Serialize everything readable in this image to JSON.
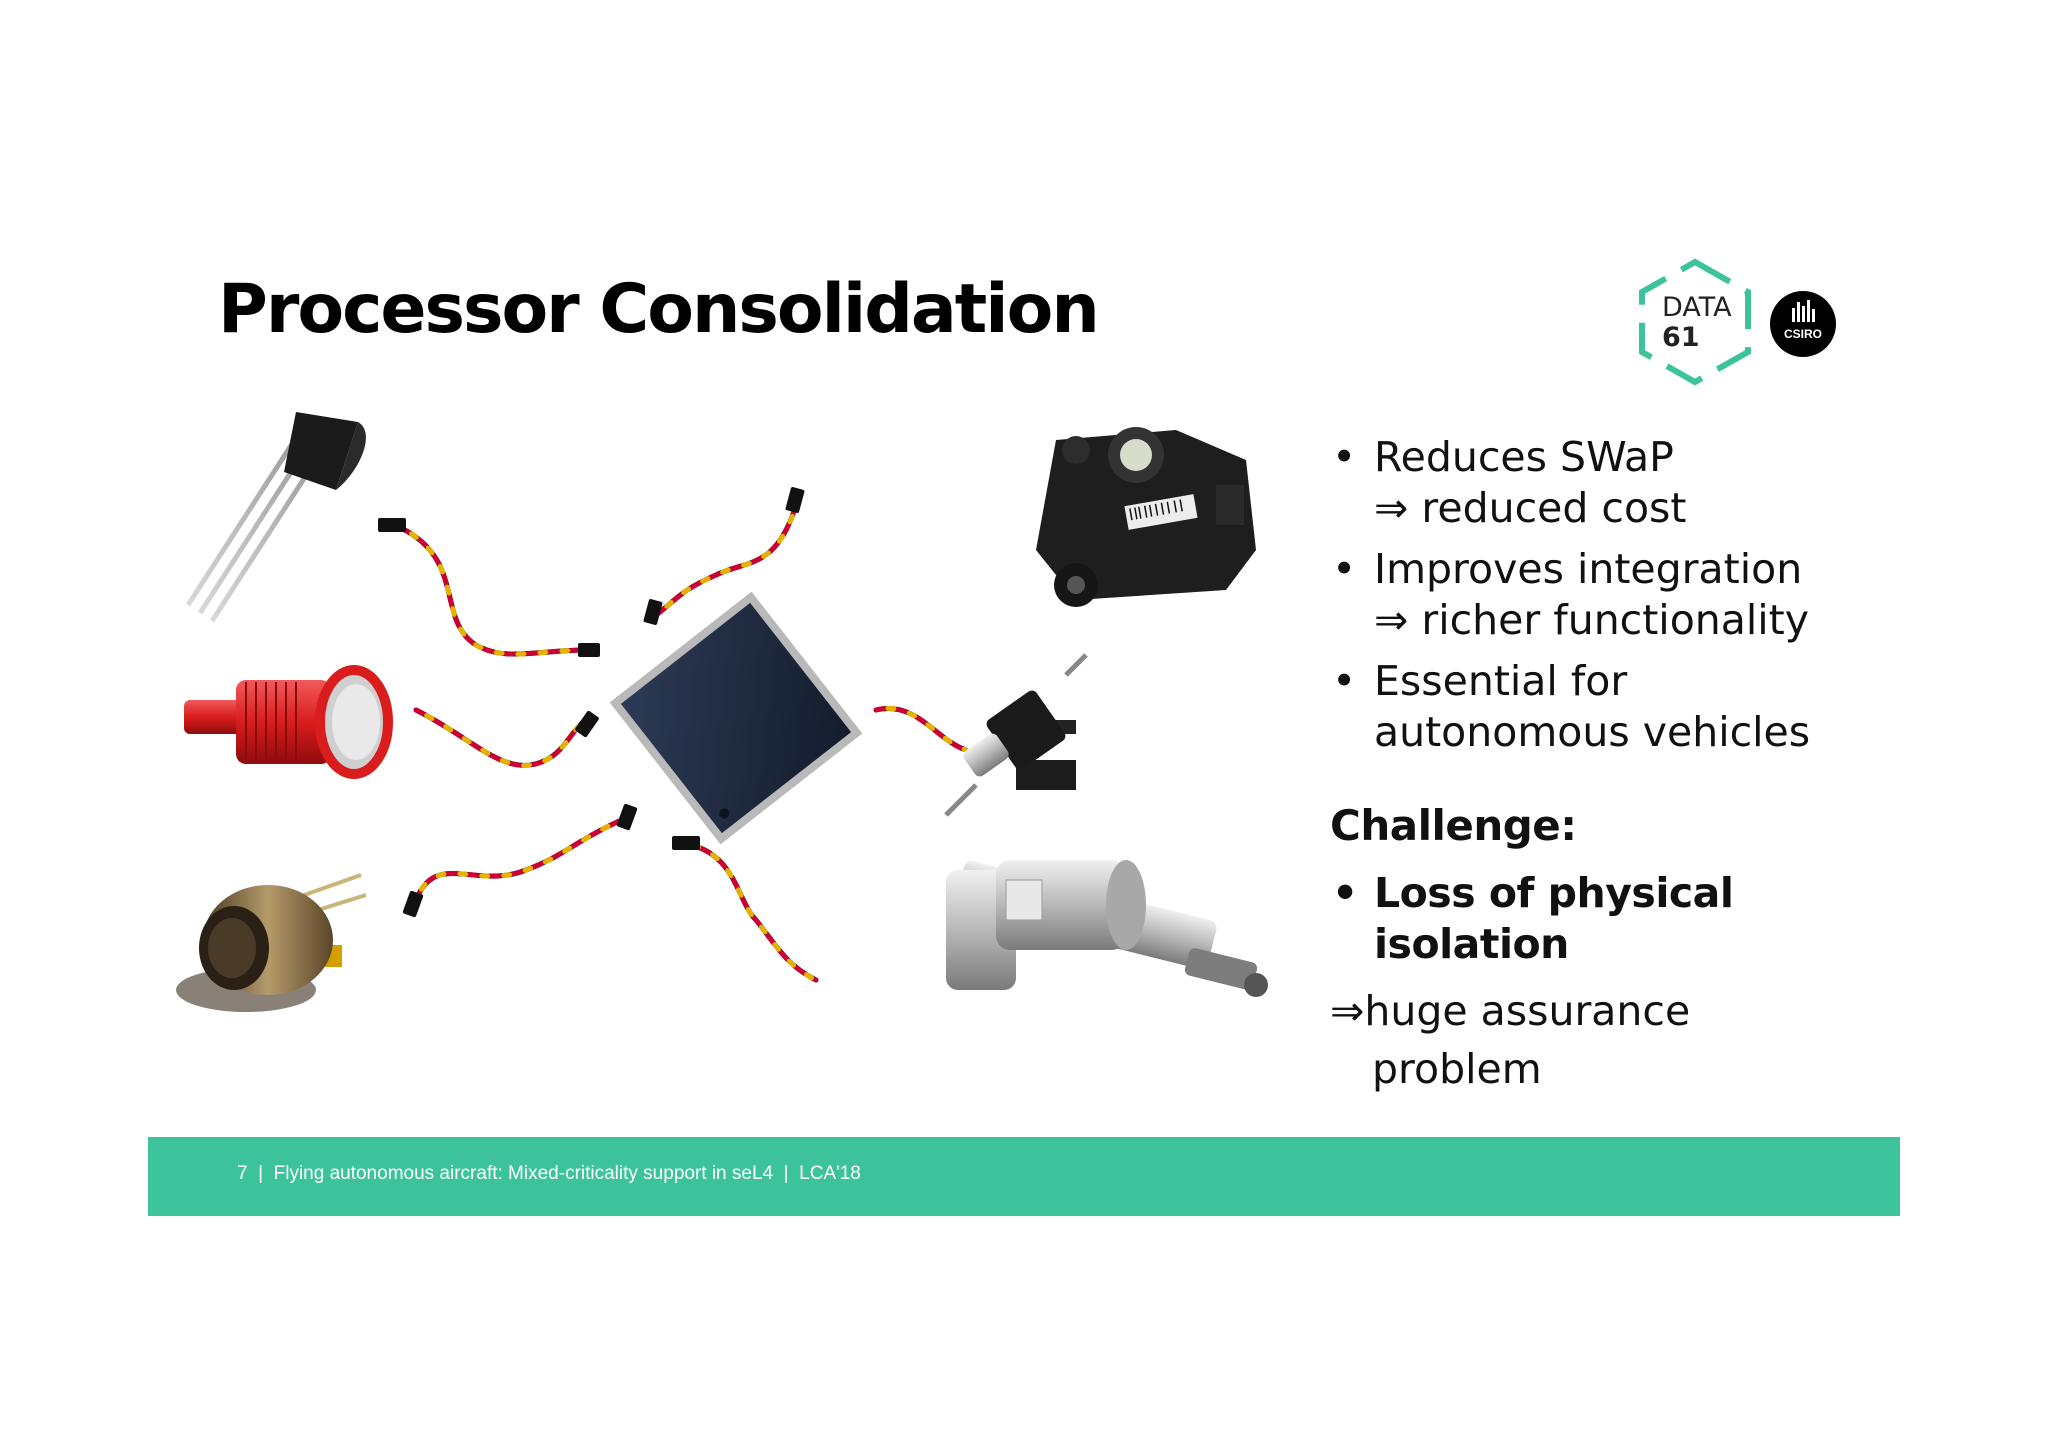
{
  "slide": {
    "title": "Processor Consolidation",
    "logos": {
      "data61_line1": "DATA",
      "data61_line2": "61",
      "csiro_label": "CSIRO",
      "accent_color": "#3cc39b"
    },
    "bullets": [
      {
        "text": "Reduces SWaP",
        "sub": "⇒ reduced cost"
      },
      {
        "text": "Improves integration",
        "sub": "⇒ richer functionality"
      },
      {
        "text": "Essential for",
        "sub": "autonomous vehicles"
      }
    ],
    "challenge_heading": "Challenge:",
    "challenge_bullet": "Loss of physical isolation",
    "implication_line1": "⇒huge assurance",
    "implication_line2": "problem",
    "bullet_glyph": "•",
    "footer": {
      "text": "7  |  Flying autonomous aircraft: Mixed-criticality support in seL4  |  LCA'18",
      "background": "#3cc39b"
    }
  }
}
